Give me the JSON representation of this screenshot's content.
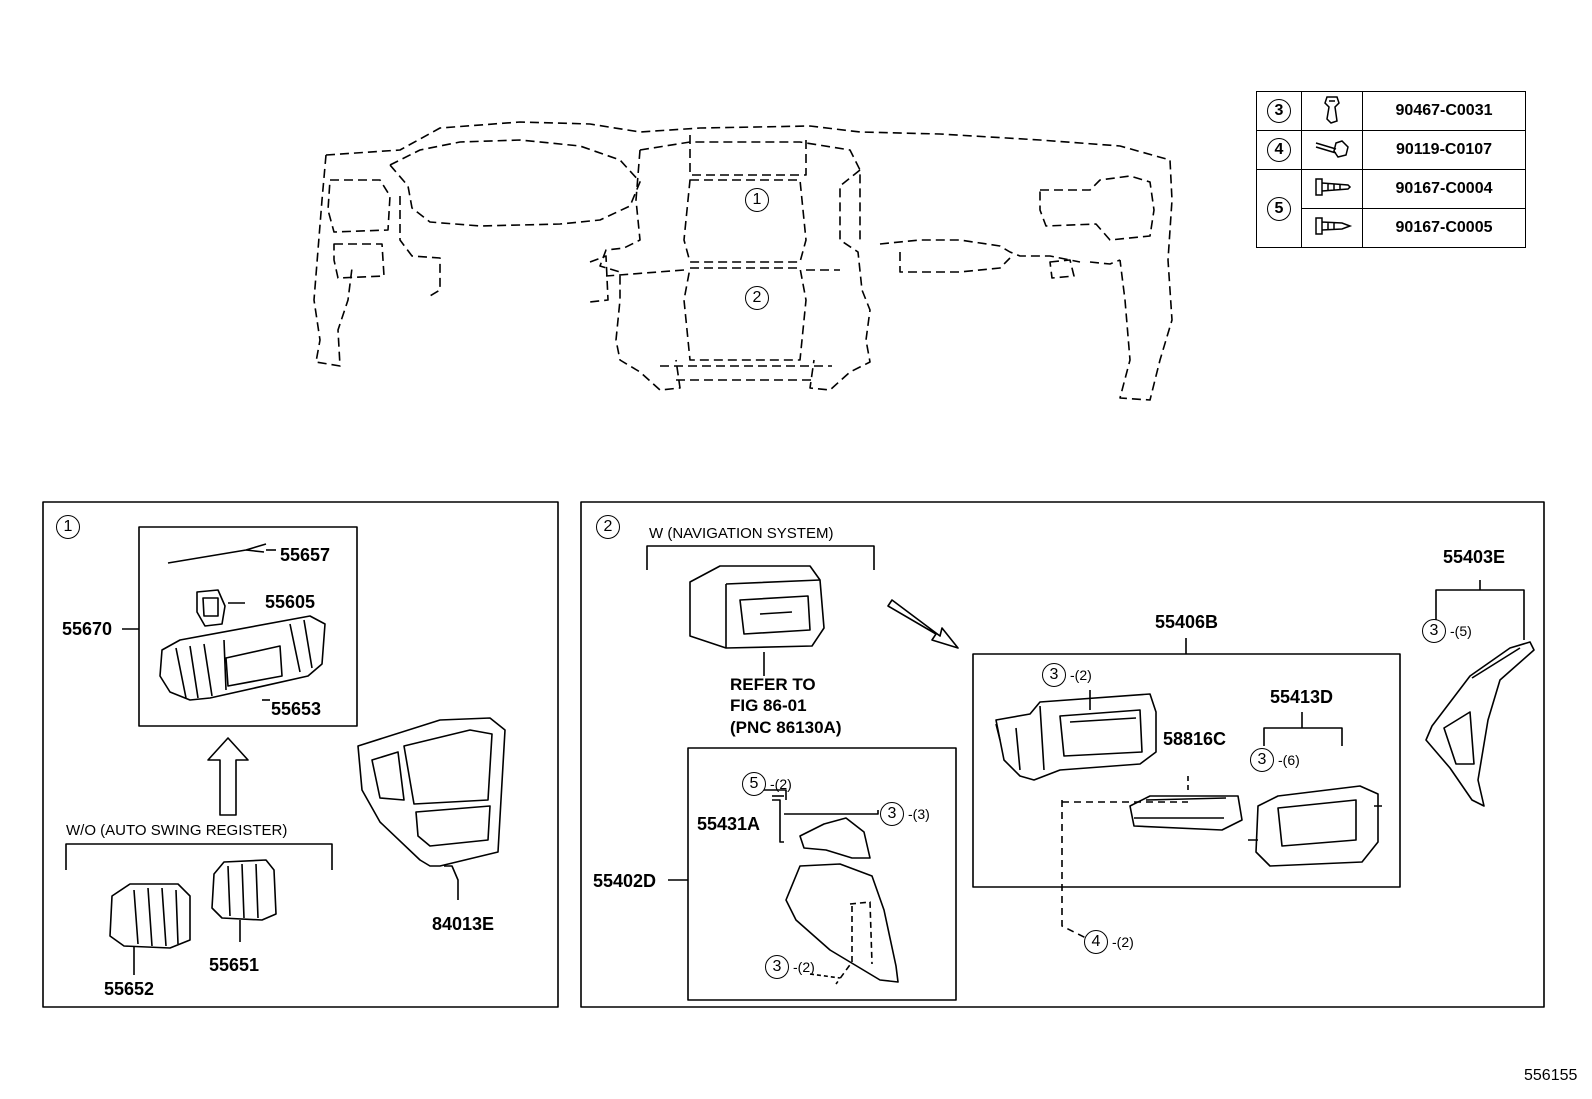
{
  "fasteners": [
    {
      "ref": "3",
      "parts": [
        "90467-C0031"
      ],
      "icon": "clip-icon"
    },
    {
      "ref": "4",
      "parts": [
        "90119-C0107"
      ],
      "icon": "bolt-icon"
    },
    {
      "ref": "5",
      "parts": [
        "90167-C0004",
        "90167-C0005"
      ],
      "icon": "screw-icon"
    }
  ],
  "overview": {
    "callout_1": "1",
    "callout_2": "2"
  },
  "panel1": {
    "callout": "1",
    "parts": {
      "p55657": "55657",
      "p55605": "55605",
      "p55670": "55670",
      "p55653": "55653",
      "p55652": "55652",
      "p55651": "55651",
      "p84013E": "84013E"
    },
    "condition": "W/O (AUTO SWING REGISTER)"
  },
  "panel2": {
    "callout": "2",
    "condition": "W (NAVIGATION SYSTEM)",
    "refer_line1": "REFER TO",
    "refer_line2": "FIG 86-01",
    "refer_line3": "(PNC 86130A)",
    "parts": {
      "p55403E": "55403E",
      "p55406B": "55406B",
      "p55413D": "55413D",
      "p58816C": "58816C",
      "p55431A": "55431A",
      "p55402D": "55402D"
    },
    "qty": {
      "q55403E": "-(5)",
      "q55406B": "-(2)",
      "q55413D": "-(6)",
      "q4": "-(2)",
      "q5": "-(2)",
      "q3a": "-(3)",
      "q3b": "-(2)"
    },
    "circle": {
      "three": "3",
      "four": "4",
      "five": "5"
    }
  },
  "diagram_id": "556155"
}
